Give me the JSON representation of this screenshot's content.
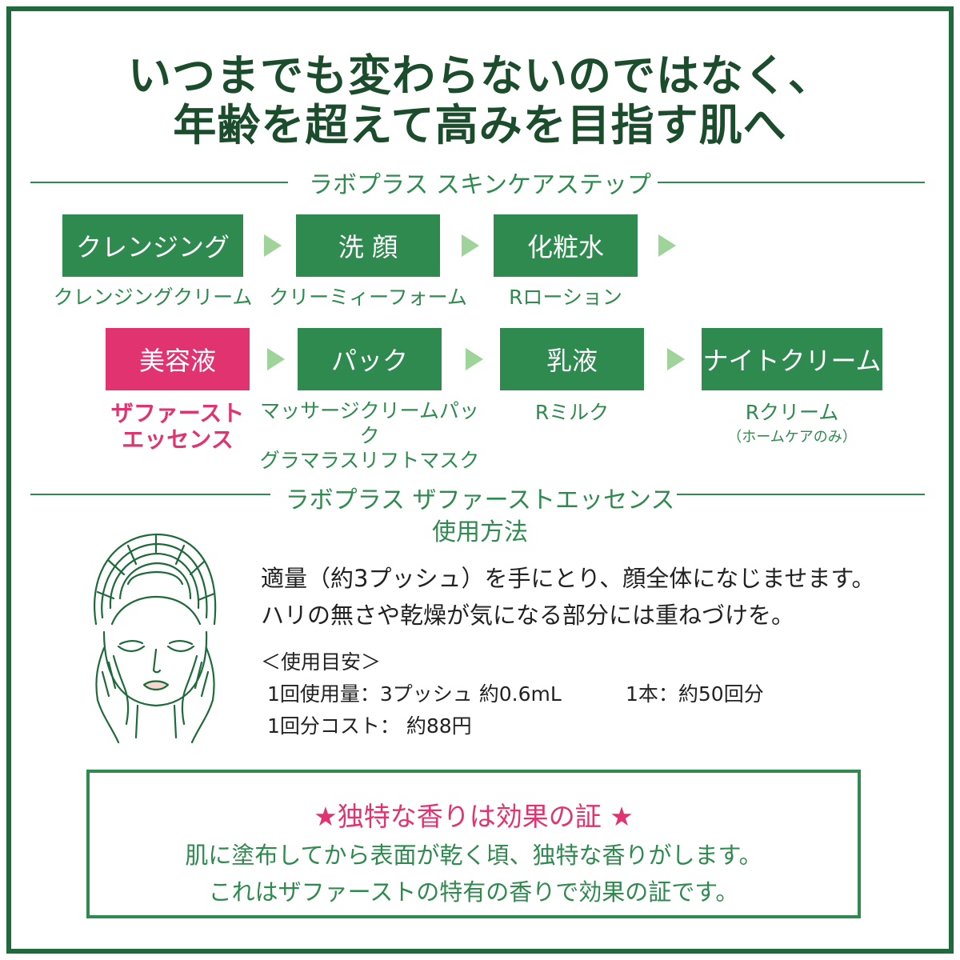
{
  "headline": {
    "line1": "いつまでも変わらないのではなく、",
    "line2": "年齢を超えて高みを目指す肌へ"
  },
  "steps_section": {
    "title": "ラボプラス スキンケアステップ",
    "row1": [
      {
        "label": "クレンジング",
        "product": "クレンジングクリーム"
      },
      {
        "label": "洗 顔",
        "product": "クリーミィーフォーム"
      },
      {
        "label": "化粧水",
        "product": "Rローション"
      }
    ],
    "row2": [
      {
        "label": "美容液",
        "product_line1": "ザファースト",
        "product_line2": "エッセンス"
      },
      {
        "label": "パック",
        "product_line1": "マッサージクリームパック",
        "product_line2": "グラマラスリフトマスク"
      },
      {
        "label": "乳液",
        "product_line1": "Rミルク"
      },
      {
        "label": "ナイトクリーム",
        "product_line1": "Rクリーム",
        "product_note": "（ホームケアのみ）"
      }
    ]
  },
  "usage_section": {
    "title_line1": "ラボプラス ザファーストエッセンス",
    "title_line2": "使用方法",
    "instruction_line1": "適量（約3プッシュ）を手にとり、顔全体になじませます。",
    "instruction_line2": "ハリの無さや乾燥が気になる部分には重ねづけを。",
    "guide_title": "＜使用目安＞",
    "guide_line1": "1回使用量：3プッシュ 約0.6mL",
    "guide_line1b": "1本：約50回分",
    "guide_line2": "1回分コスト： 約88円"
  },
  "notice": {
    "title": "★独特な香りは効果の証 ★",
    "line1": "肌に塗布してから表面が乾く頃、独特な香りがします。",
    "line2": "これはザファーストの特有の香りで効果の証です。"
  },
  "colors": {
    "green": "#2e8a4e",
    "dark_green": "#1b4d2c",
    "pink": "#e0336f",
    "arrow": "#9ed39a"
  }
}
